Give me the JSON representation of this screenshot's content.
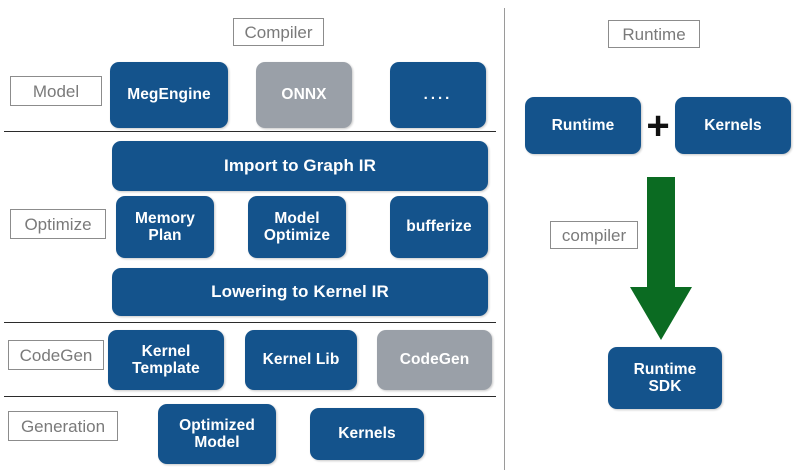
{
  "diagram": {
    "title_tags": {
      "compiler": "Compiler",
      "runtime": "Runtime"
    },
    "colors": {
      "blue": "#14538c",
      "gray": "#9aa0a8",
      "green": "#0b6b22",
      "tag_border": "#8c8c8c",
      "tag_text": "#7a7a7a",
      "divider": "#2b2b2b",
      "panel_divider": "#9a9a9a"
    },
    "compiler_panel": {
      "stage_labels": [
        {
          "id": "model",
          "label": "Model"
        },
        {
          "id": "optimize",
          "label": "Optimize"
        },
        {
          "id": "codegen",
          "label": "CodeGen"
        },
        {
          "id": "generation",
          "label": "Generation"
        }
      ],
      "rows": [
        {
          "id": "model-row",
          "boxes": [
            {
              "id": "megengine",
              "label": "MegEngine",
              "color": "blue"
            },
            {
              "id": "onnx",
              "label": "ONNX",
              "color": "gray"
            },
            {
              "id": "more",
              "label": "....",
              "color": "blue"
            }
          ]
        },
        {
          "id": "import-row",
          "boxes": [
            {
              "id": "import-to-graph-ir",
              "label": "Import to Graph IR",
              "color": "blue"
            }
          ]
        },
        {
          "id": "optimize-row",
          "boxes": [
            {
              "id": "memory-plan",
              "label": "Memory\nPlan",
              "color": "blue"
            },
            {
              "id": "model-optimize",
              "label": "Model\nOptimize",
              "color": "blue"
            },
            {
              "id": "bufferize",
              "label": "bufferize",
              "color": "blue"
            }
          ]
        },
        {
          "id": "lowering-row",
          "boxes": [
            {
              "id": "lowering-to-kernel-ir",
              "label": "Lowering to Kernel IR",
              "color": "blue"
            }
          ]
        },
        {
          "id": "codegen-row",
          "boxes": [
            {
              "id": "kernel-template",
              "label": "Kernel\nTemplate",
              "color": "blue"
            },
            {
              "id": "kernel-lib",
              "label": "Kernel Lib",
              "color": "blue"
            },
            {
              "id": "codegen",
              "label": "CodeGen",
              "color": "gray"
            }
          ]
        },
        {
          "id": "generation-row",
          "boxes": [
            {
              "id": "optimized-model",
              "label": "Optimized\nModel",
              "color": "blue"
            },
            {
              "id": "kernels",
              "label": "Kernels",
              "color": "blue"
            }
          ]
        }
      ]
    },
    "runtime_panel": {
      "boxes": [
        {
          "id": "runtime",
          "label": "Runtime",
          "color": "blue"
        },
        {
          "id": "kernels",
          "label": "Kernels",
          "color": "blue"
        },
        {
          "id": "runtime-sdk",
          "label": "Runtime\nSDK",
          "color": "blue"
        }
      ],
      "operator": "+",
      "arrow_label": "compiler"
    }
  }
}
